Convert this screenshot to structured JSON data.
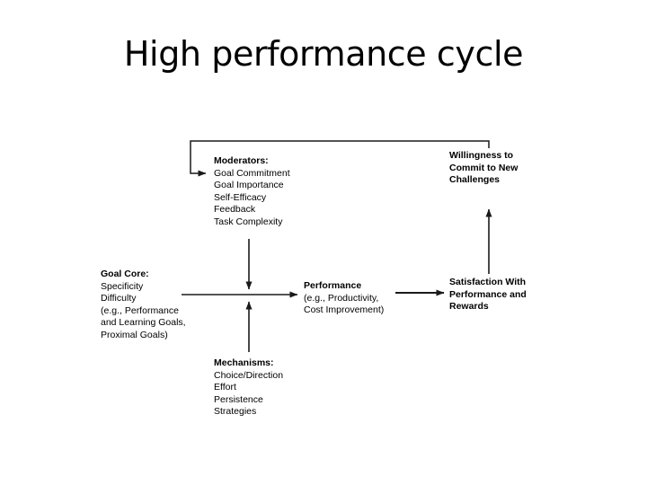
{
  "slide": {
    "title": "High performance cycle",
    "background_color": "#ffffff",
    "text_color": "#000000"
  },
  "diagram": {
    "type": "flowchart",
    "name": "high-performance-cycle",
    "nodes": {
      "goal_core": {
        "heading": "Goal Core:",
        "lines": [
          "Specificity",
          "Difficulty",
          "(e.g., Performance",
          "and Learning Goals,",
          "Proximal Goals)"
        ]
      },
      "moderators": {
        "heading": "Moderators:",
        "lines": [
          "Goal Commitment",
          "Goal Importance",
          "Self-Efficacy",
          "Feedback",
          "Task Complexity"
        ]
      },
      "mechanisms": {
        "heading": "Mechanisms:",
        "lines": [
          "Choice/Direction",
          "Effort",
          "Persistence",
          "Strategies"
        ]
      },
      "performance": {
        "heading": "Performance",
        "lines": [
          "(e.g., Productivity,",
          "Cost Improvement)"
        ]
      },
      "satisfaction": {
        "heading": "Satisfaction With",
        "lines": [
          "Performance and",
          "Rewards"
        ]
      },
      "willingness": {
        "heading": "Willingness to",
        "lines": [
          "Commit to New",
          "Challenges"
        ]
      }
    },
    "connectors": [
      {
        "name": "goal-core-to-performance",
        "from": "goal_core",
        "to": "performance",
        "direction": "right"
      },
      {
        "name": "moderators-to-main-path",
        "from": "moderators",
        "to": "goal-core-performance-path",
        "direction": "down"
      },
      {
        "name": "mechanisms-to-main-path",
        "from": "mechanisms",
        "to": "goal-core-performance-path",
        "direction": "up"
      },
      {
        "name": "performance-to-satisfaction",
        "from": "performance",
        "to": "satisfaction",
        "direction": "right"
      },
      {
        "name": "satisfaction-to-willingness",
        "from": "satisfaction",
        "to": "willingness",
        "direction": "up"
      },
      {
        "name": "willingness-to-moderators-feedback-loop",
        "from": "willingness",
        "to": "moderators",
        "direction": "loop-left"
      }
    ],
    "line_color": "#1a1a1a"
  }
}
